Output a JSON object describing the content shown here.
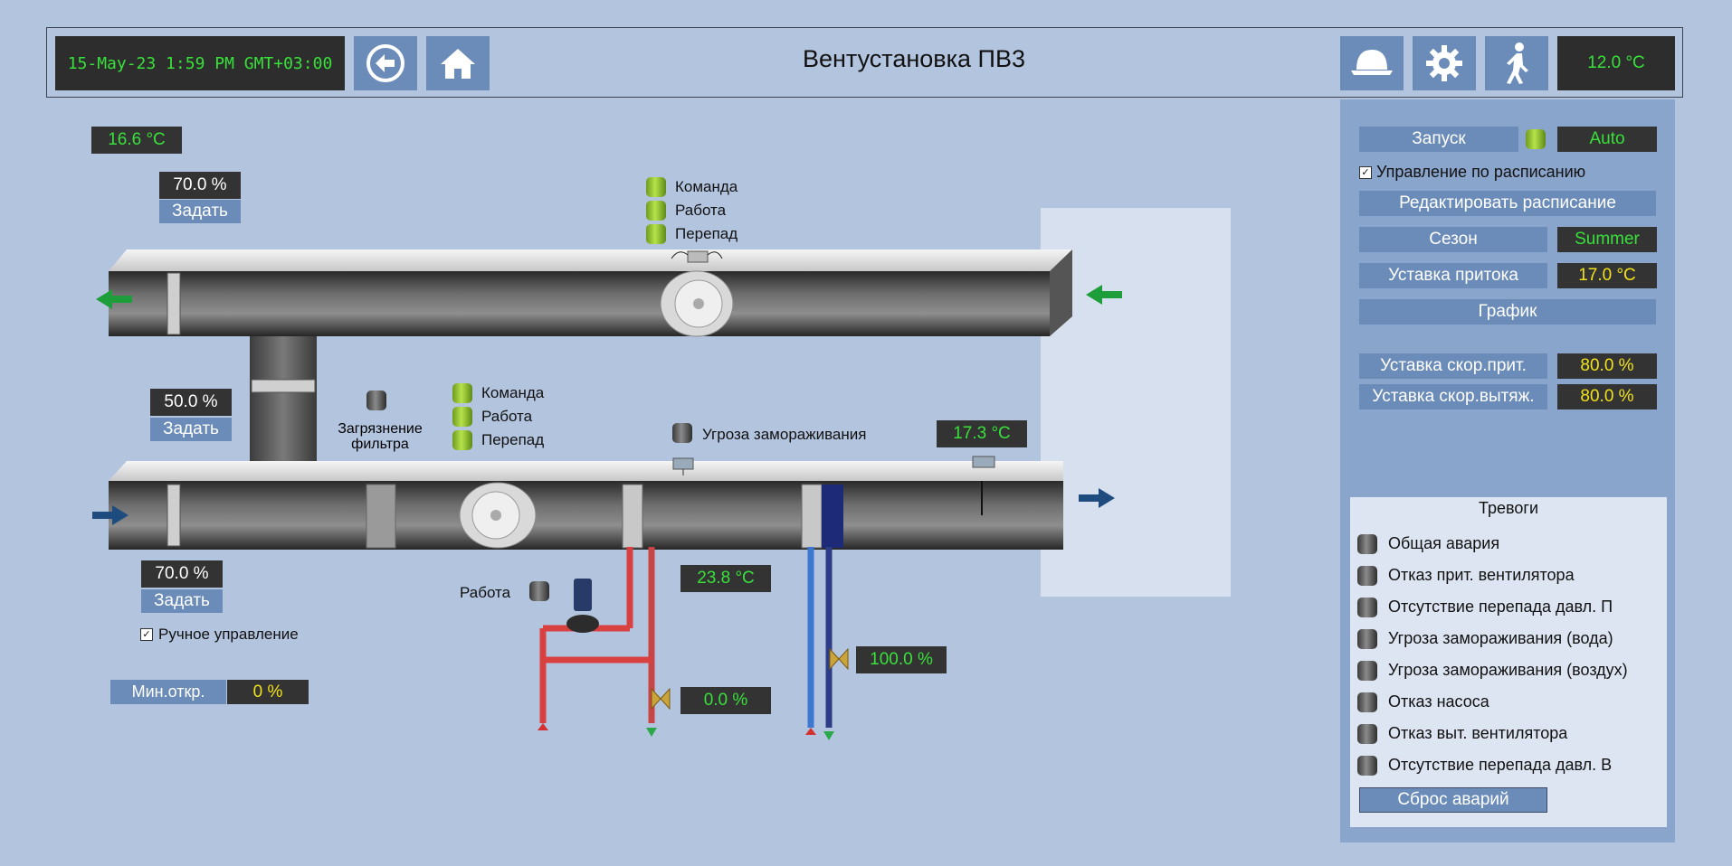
{
  "header": {
    "datetime": "15-May-23 1:59 PM GMT+03:00",
    "title": "Вентустановка ПВ3",
    "outdoor_temp": "12.0 °C"
  },
  "left": {
    "exhaust_temp": "16.6 °C",
    "exhaust_damper": "70.0 %",
    "exhaust_set": "Задать",
    "recirc_damper": "50.0 %",
    "recirc_set": "Задать",
    "supply_damper": "70.0 %",
    "supply_set": "Задать",
    "manual_label": "Ручное управление",
    "min_open_label": "Мин.откр.",
    "min_open_value": "0 %"
  },
  "exhaust_fan": {
    "cmd": "Команда",
    "run": "Работа",
    "dp": "Перепад"
  },
  "supply_fan": {
    "cmd": "Команда",
    "run": "Работа",
    "dp": "Перепад"
  },
  "filter": {
    "line1": "Загрязнение",
    "line2": "фильтра"
  },
  "freeze_label": "Угроза замораживания",
  "supply_air_temp": "17.3 °C",
  "heater": {
    "pump_label": "Работа",
    "return_temp": "23.8 °C",
    "valve": "0.0 %"
  },
  "cooler": {
    "valve": "100.0 %"
  },
  "panel": {
    "start_label": "Запуск",
    "start_value": "Auto",
    "schedule_label": "Управление по расписанию",
    "edit_schedule": "Редактировать расписание",
    "season_label": "Сезон",
    "season_value": "Summer",
    "supply_sp_label": "Уставка притока",
    "supply_sp_value": "17.0 °C",
    "chart": "График",
    "speed_supply_label": "Уставка скор.прит.",
    "speed_supply_value": "80.0 %",
    "speed_exhaust_label": "Уставка скор.вытяж.",
    "speed_exhaust_value": "80.0 %"
  },
  "alarms": {
    "title": "Тревоги",
    "items": [
      {
        "label": "Общая авария"
      },
      {
        "label": "Отказ прит. вентилятора"
      },
      {
        "label": "Отсутствие перепада давл. П"
      },
      {
        "label": "Угроза замораживания (вода)"
      },
      {
        "label": "Угроза замораживания (воздух)"
      },
      {
        "label": "Отказ насоса"
      },
      {
        "label": "Отказ выт. вентилятора"
      },
      {
        "label": "Отсутствие перепада давл. В"
      }
    ],
    "reset": "Сброс аварий"
  },
  "colors": {
    "bg": "#b3c4df",
    "value_green": "#38e03a",
    "value_yellow": "#f2e21a",
    "button": "#6b8cb8"
  }
}
